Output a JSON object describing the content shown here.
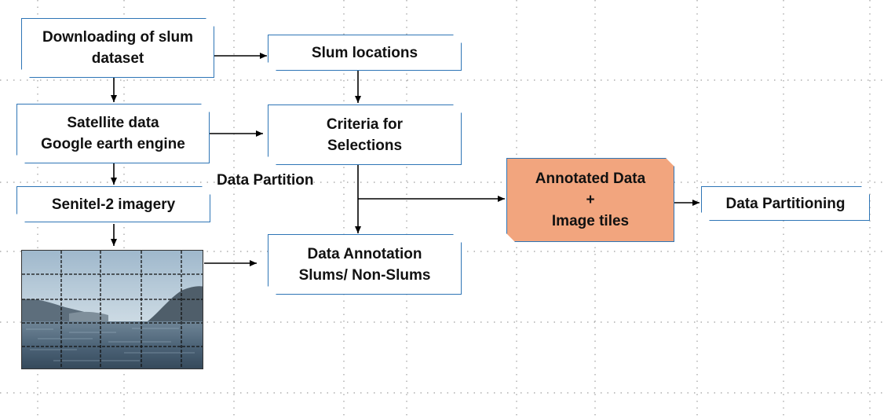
{
  "boxes": {
    "download": "Downloading of slum\ndataset",
    "slum_locations": "Slum locations",
    "satellite": "Satellite data\nGoogle earth engine",
    "criteria": "Criteria for\nSelections",
    "sentinel": "Senitel-2 imagery",
    "annotation": "Data Annotation\nSlums/ Non-Slums",
    "annotated": "Annotated Data\n+\nImage tiles",
    "partitioning": "Data Partitioning"
  },
  "labels": {
    "data_partition": "Data Partition"
  },
  "colors": {
    "box_border": "#2e75b6",
    "annotated_fill": "#f2a57e",
    "arrow": "#000000",
    "grid": "#9e9e9e"
  }
}
